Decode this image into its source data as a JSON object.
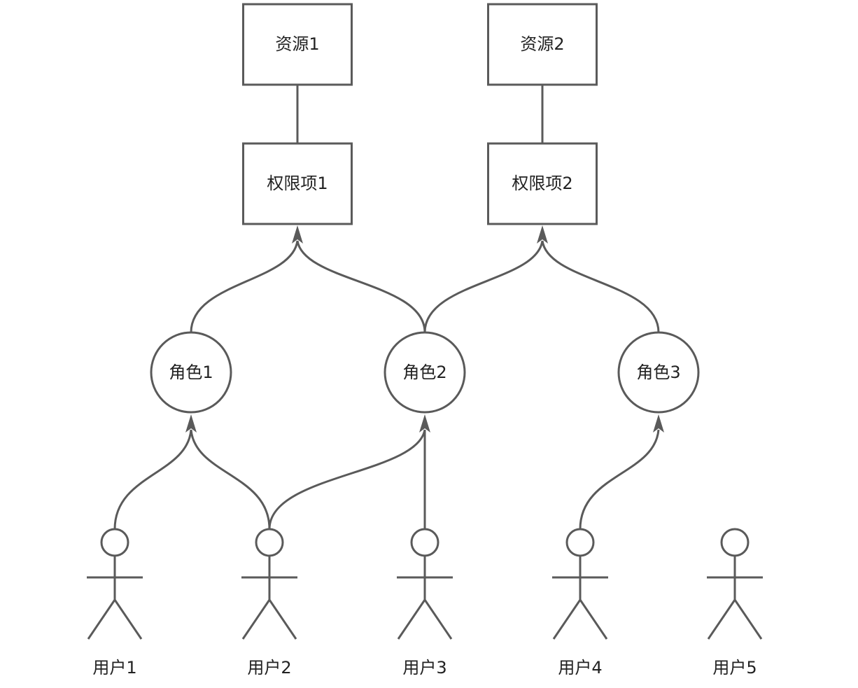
{
  "title": "RBAC user-role-permission-resource diagram",
  "resources": [
    {
      "id": "res1",
      "label": "资源1"
    },
    {
      "id": "res2",
      "label": "资源2"
    }
  ],
  "permissions": [
    {
      "id": "perm1",
      "label": "权限项1",
      "resource": "res1"
    },
    {
      "id": "perm2",
      "label": "权限项2",
      "resource": "res2"
    }
  ],
  "roles": [
    {
      "id": "role1",
      "label": "角色1"
    },
    {
      "id": "role2",
      "label": "角色2"
    },
    {
      "id": "role3",
      "label": "角色3"
    }
  ],
  "users": [
    {
      "id": "user1",
      "label": "用户1"
    },
    {
      "id": "user2",
      "label": "用户2"
    },
    {
      "id": "user3",
      "label": "用户3"
    },
    {
      "id": "user4",
      "label": "用户4"
    },
    {
      "id": "user5",
      "label": "用户5"
    }
  ],
  "edges": {
    "resource_permission": [
      [
        "res1",
        "perm1"
      ],
      [
        "res2",
        "perm2"
      ]
    ],
    "role_to_permission": [
      [
        "role1",
        "perm1"
      ],
      [
        "role2",
        "perm1"
      ],
      [
        "role2",
        "perm2"
      ],
      [
        "role3",
        "perm2"
      ]
    ],
    "user_to_role": [
      [
        "user1",
        "role1"
      ],
      [
        "user2",
        "role1"
      ],
      [
        "user2",
        "role2"
      ],
      [
        "user3",
        "role2"
      ],
      [
        "user4",
        "role3"
      ]
    ]
  },
  "colors": {
    "stroke": "#5a5a5a",
    "text": "#222222",
    "background": "#ffffff"
  }
}
